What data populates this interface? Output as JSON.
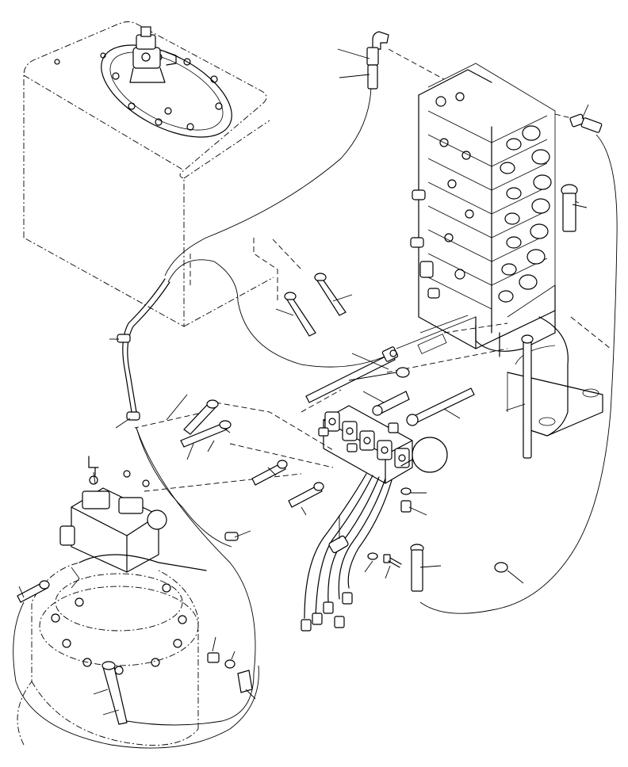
{
  "diagram": {
    "kind": "exploded-view-parts-illustration",
    "components": [
      "hydraulic-tank",
      "main-control-valve",
      "solenoid-valve-block",
      "swing-motor",
      "wiring-harness",
      "hoses",
      "fittings",
      "bolts",
      "washers",
      "clamps"
    ],
    "callout_count": 34,
    "labels": []
  }
}
